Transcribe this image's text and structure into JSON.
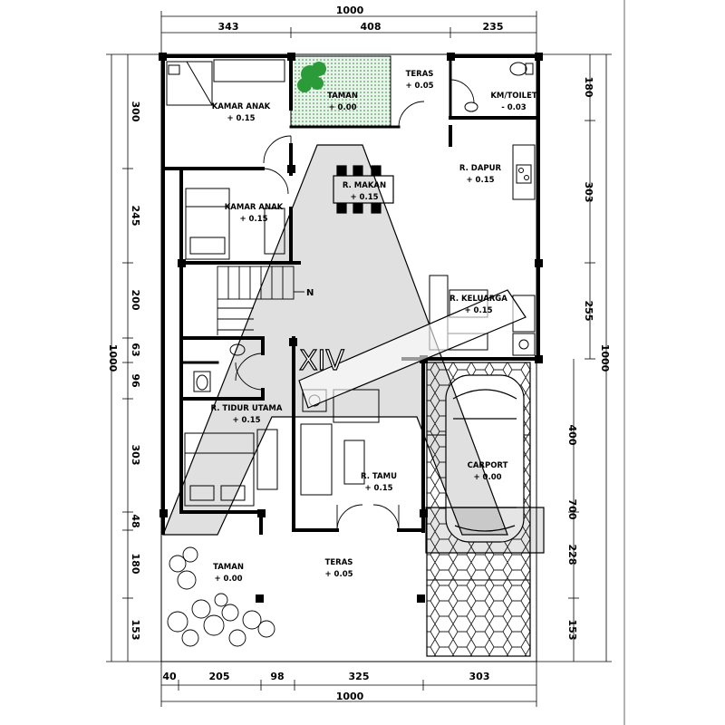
{
  "dimensions": {
    "top_total": "1000",
    "top_segments": [
      "343",
      "408",
      "235"
    ],
    "bottom_total": "1000",
    "bottom_segments": [
      "40",
      "205",
      "98",
      "325",
      "303"
    ],
    "left_total": "1000",
    "left_segments": [
      "300",
      "245",
      "200",
      "63",
      "96",
      "303",
      "48",
      "180",
      "153"
    ],
    "right_total": "1000",
    "right_segments_upper": [
      "180",
      "303",
      "255"
    ],
    "right_segments_lower": [
      "400",
      "700",
      "228",
      "153"
    ]
  },
  "rooms": {
    "kamar_anak_1": {
      "name": "KAMAR ANAK",
      "level": "+ 0.15"
    },
    "taman_top": {
      "name": "TAMAN",
      "level": "+ 0.00"
    },
    "teras_top": {
      "name": "TERAS",
      "level": "+ 0.05"
    },
    "km_toilet": {
      "name": "KM/TOILET",
      "level": "- 0.03"
    },
    "dapur": {
      "name": "R. DAPUR",
      "level": "+ 0.15"
    },
    "makan": {
      "name": "R. MAKAN",
      "level": "+ 0.15"
    },
    "kamar_anak_2": {
      "name": "KAMAR ANAK",
      "level": "+ 0.15"
    },
    "keluarga": {
      "name": "R. KELUARGA",
      "level": "+ 0.15"
    },
    "tidur_utama": {
      "name": "R. TIDUR UTAMA",
      "level": "+ 0.15"
    },
    "carport": {
      "name": "CARPORT",
      "level": "+ 0.00"
    },
    "tamu": {
      "name": "R. TAMU",
      "level": "+ 0.15"
    },
    "teras_bottom": {
      "name": "TERAS",
      "level": "+ 0.05"
    },
    "taman_bottom": {
      "name": "TAMAN",
      "level": "+ 0.00"
    }
  },
  "stair_mark": "N",
  "watermark": {
    "text": "XIV"
  }
}
